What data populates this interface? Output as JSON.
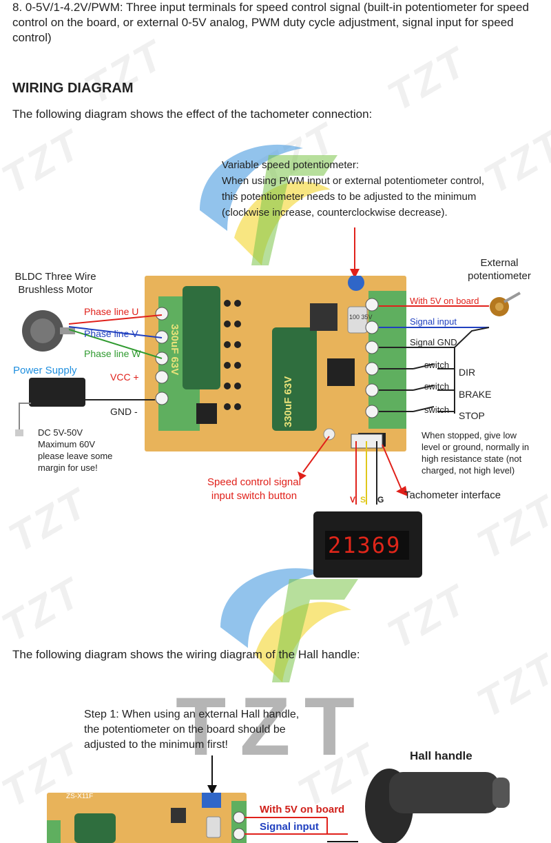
{
  "intro": {
    "text": "8. 0-5V/1-4.2V/PWM: Three input terminals for speed control signal (built-in potentiometer for speed control on the board, or external 0-5V analog, PWM duty cycle adjustment, signal input for speed control)"
  },
  "wiring": {
    "heading": "WIRING DIAGRAM",
    "caption1": "The following diagram shows the effect of the tachometer connection:",
    "pot_note": {
      "line1": "Variable speed potentiometer:",
      "line2": "When using PWM input or external potentiometer control,",
      "line3": "this potentiometer needs to be adjusted to the minimum",
      "line4": "(clockwise increase, counterclockwise decrease)."
    },
    "motor": {
      "line1": "BLDC Three Wire",
      "line2": "Brushless Motor"
    },
    "phase_u": "Phase line U",
    "phase_v": "Phase line V",
    "phase_w": "Phase line W",
    "power_supply": "Power Supply",
    "vcc": "VCC  +",
    "gnd": "GND  -",
    "dc_note": {
      "line1": "DC 5V-50V",
      "line2": "Maximum 60V",
      "line3": "please leave some",
      "line4": "margin for use!"
    },
    "ext_pot": {
      "line1": "External",
      "line2": "potentiometer"
    },
    "with_5v": "With 5V on board",
    "signal_input": "Signal input",
    "signal_gnd": "Signal GND",
    "switch": "switch",
    "dir": "DIR",
    "brake": "BRAKE",
    "stop": "STOP",
    "stop_note": {
      "line1": "When stopped, give low",
      "line2": "level or ground, normally in",
      "line3": "high resistance state (not",
      "line4": "charged, not high level)"
    },
    "speed_switch": {
      "line1": "Speed control signal",
      "line2": "input switch button"
    },
    "tach_v": "V",
    "tach_s": "S",
    "tach_g": "G",
    "tach_interface": "Tachometer interface",
    "tach_display": "21369",
    "cap1": "330uF 63V",
    "cap2": "330uF 63V",
    "cap_small": "100 35V"
  },
  "hall": {
    "caption": "The following diagram shows the wiring diagram of the Hall handle:",
    "step1": {
      "line1": "Step 1: When using an external Hall handle,",
      "line2": "the potentiometer on the board should be",
      "line3": "adjusted to the minimum first!"
    },
    "handle_title": "Hall handle",
    "with_5v": "With 5V on board",
    "signal_input": "Signal input",
    "board_label": "ZS-X11F"
  },
  "watermark": "TZT"
}
